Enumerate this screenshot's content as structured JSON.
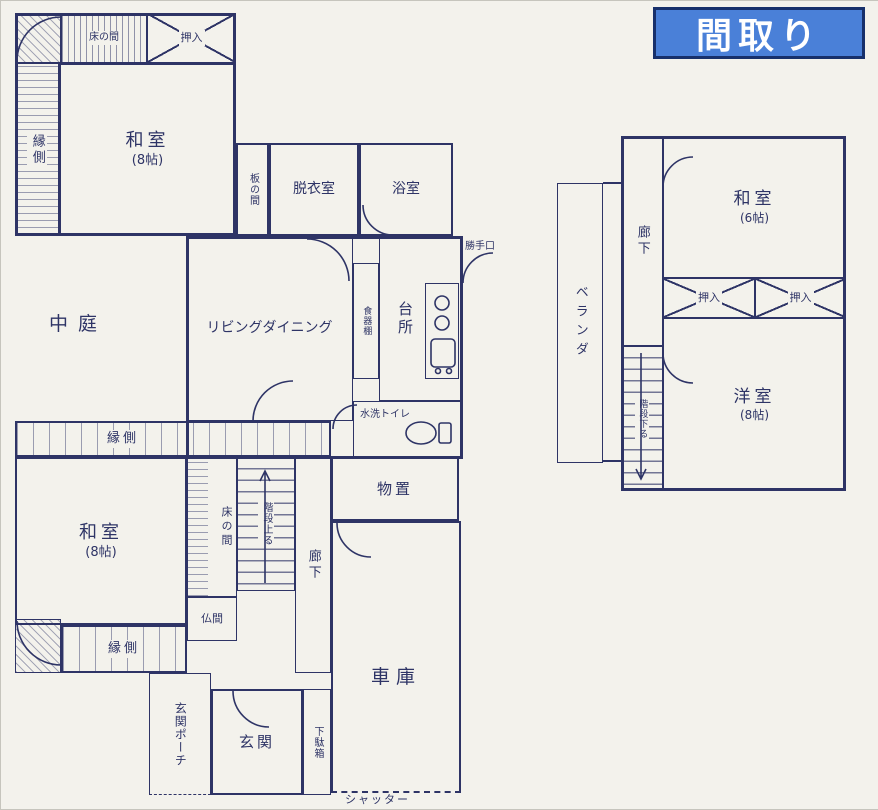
{
  "banner": {
    "title": "間取り"
  },
  "floor1": {
    "tokonoma_top": "床の間",
    "oshiire_top": "押入",
    "engawa_left": "縁側",
    "washitsu_top": "和室",
    "washitsu_top_size": "(8帖)",
    "itanoma": "板の間",
    "datsuishitsu": "脱衣室",
    "yokushitsu": "浴室",
    "katteguchi": "勝手口",
    "nakaniwa": "中庭",
    "living": "リビングダイニング",
    "shokkidana": "食器棚",
    "daidokoro": "台所",
    "toilet": "水洗トイレ",
    "engawa_mid": "縁側",
    "washitsu_btm": "和室",
    "washitsu_btm_size": "(8帖)",
    "tokonoma_btm": "床の間",
    "butsuma": "仏間",
    "kaidan": "階段上る",
    "rouka": "廊下",
    "monooki": "物置",
    "engawa_btm": "縁側",
    "genkan_porch": "玄関ポーチ",
    "genkan": "玄関",
    "getabako": "下駄箱",
    "shako": "車庫",
    "shutter": "シャッター"
  },
  "floor2": {
    "veranda": "ベランダ",
    "rouka": "廊下",
    "washitsu": "和室",
    "washitsu_size": "(6帖)",
    "oshiire_left": "押入",
    "oshiire_right": "押入",
    "kaidan": "階段下る",
    "youshitsu": "洋室",
    "youshitsu_size": "(8帖)"
  }
}
